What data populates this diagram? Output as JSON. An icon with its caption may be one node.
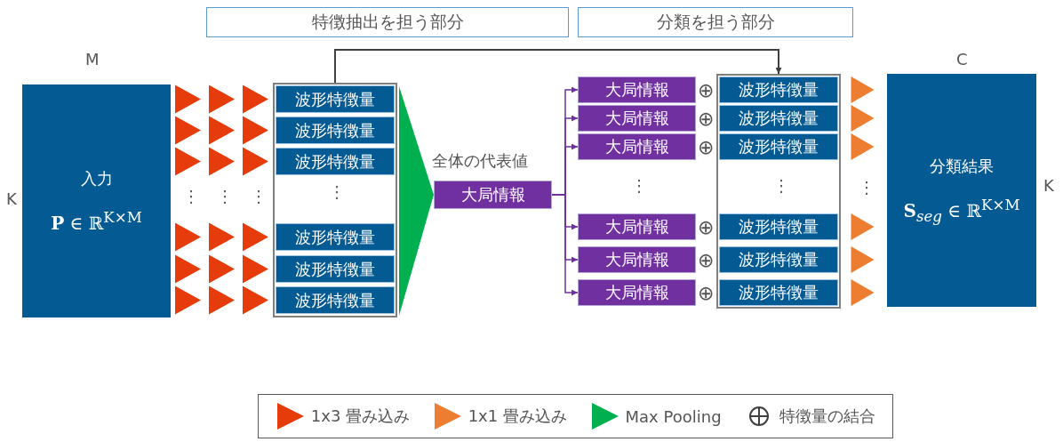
{
  "diagram": {
    "nodes": [
      {
        "text": [
          "特徴抽出を担う部分"
        ]
      },
      {
        "text": [
          "分類を担う部分"
        ]
      },
      {
        "text": [
          "入力",
          "**P** ∈ ℝ$^{K×M}$"
        ]
      },
      {
        "text": [],
        "shape": "box"
      },
      {
        "text": [
          "波形特徴量"
        ],
        "in": 3
      },
      {
        "text": [
          "波形特徴量"
        ],
        "in": 3
      },
      {
        "text": [
          "波形特徴量"
        ],
        "in": 3
      },
      {
        "text": [
          "波形特徴量"
        ],
        "in": 3
      },
      {
        "text": [
          "波形特徴量"
        ],
        "in": 3
      },
      {
        "text": [
          "波形特徴量"
        ],
        "in": 3
      },
      {
        "text": [
          "大局情報"
        ],
        "beside": [
          "全体の代表値"
        ]
      },
      {
        "text": [
          "大局情報"
        ]
      },
      {
        "text": [
          "大局情報"
        ]
      },
      {
        "text": [
          "大局情報"
        ]
      },
      {
        "text": [
          "大局情報"
        ]
      },
      {
        "text": [
          "大局情報"
        ]
      },
      {
        "text": [
          "大局情報"
        ]
      },
      {
        "text": [],
        "shape": "box"
      },
      {
        "text": [
          "波形特徴量"
        ],
        "in": 17
      },
      {
        "text": [
          "波形特徴量"
        ],
        "in": 17
      },
      {
        "text": [
          "波形特徴量"
        ],
        "in": 17
      },
      {
        "text": [
          "波形特徴量"
        ],
        "in": 17
      },
      {
        "text": [
          "波形特徴量"
        ],
        "in": 17
      },
      {
        "text": [
          "波形特徴量"
        ],
        "in": 17
      },
      {
        "text": [
          "分類結果",
          "**S**$_{seg}$ ∈ ℝ$^{K×M}$"
        ]
      }
    ],
    "edges": [
      {
        "from": 2,
        "to": 4,
        "arrow": "to",
        "color": "#e63c0c"
      },
      {
        "from": 2,
        "to": 5,
        "arrow": "to",
        "color": "#e63c0c"
      },
      {
        "from": 2,
        "to": 6,
        "arrow": "to",
        "color": "#e63c0c"
      },
      {
        "from": 2,
        "to": 7,
        "arrow": "to",
        "color": "#e63c0c"
      },
      {
        "from": 2,
        "to": 8,
        "arrow": "to",
        "color": "#e63c0c"
      },
      {
        "from": 2,
        "to": 9,
        "arrow": "to",
        "color": "#e63c0c"
      },
      {
        "from": 3,
        "to": 10,
        "arrow": "to",
        "color": "#00b050"
      },
      {
        "from": 10,
        "to": 11,
        "arrow": "to",
        "color": "#7030a0"
      },
      {
        "from": 10,
        "to": 12,
        "arrow": "to",
        "color": "#7030a0"
      },
      {
        "from": 10,
        "to": 13,
        "arrow": "to",
        "color": "#7030a0"
      },
      {
        "from": 10,
        "to": 14,
        "arrow": "to",
        "color": "#7030a0"
      },
      {
        "from": 10,
        "to": 15,
        "arrow": "to",
        "color": "#7030a0"
      },
      {
        "from": 10,
        "to": 16,
        "arrow": "to",
        "color": "#7030a0"
      },
      {
        "from": 3,
        "to": 17,
        "arrow": "to",
        "color": "#404040"
      },
      {
        "from": 18,
        "to": 24,
        "arrow": "to",
        "color": "#ed7d31"
      },
      {
        "from": 19,
        "to": 24,
        "arrow": "to",
        "color": "#ed7d31"
      },
      {
        "from": 20,
        "to": 24,
        "arrow": "to",
        "color": "#ed7d31"
      },
      {
        "from": 21,
        "to": 24,
        "arrow": "to",
        "color": "#ed7d31"
      },
      {
        "from": 22,
        "to": 24,
        "arrow": "to",
        "color": "#ed7d31"
      },
      {
        "from": 23,
        "to": 24,
        "arrow": "to",
        "color": "#ed7d31"
      }
    ],
    "labels": [
      "M",
      "C",
      "⊕",
      "⊕",
      "⊕",
      "K",
      "⋮",
      "⋮",
      "⋮",
      "⋮",
      "⋮",
      "⋮",
      "⋮",
      "K",
      "⊕",
      "⊕",
      "⊕"
    ],
    "legend": [
      {
        "text": "1x3 畳み込み",
        "color": "#e63c0c"
      },
      {
        "text": "1x1 畳み込み",
        "color": "#ed7d31"
      },
      {
        "text": "Max Pooling",
        "color": "#00b050"
      },
      {
        "text": "特徴量の結合"
      }
    ]
  }
}
